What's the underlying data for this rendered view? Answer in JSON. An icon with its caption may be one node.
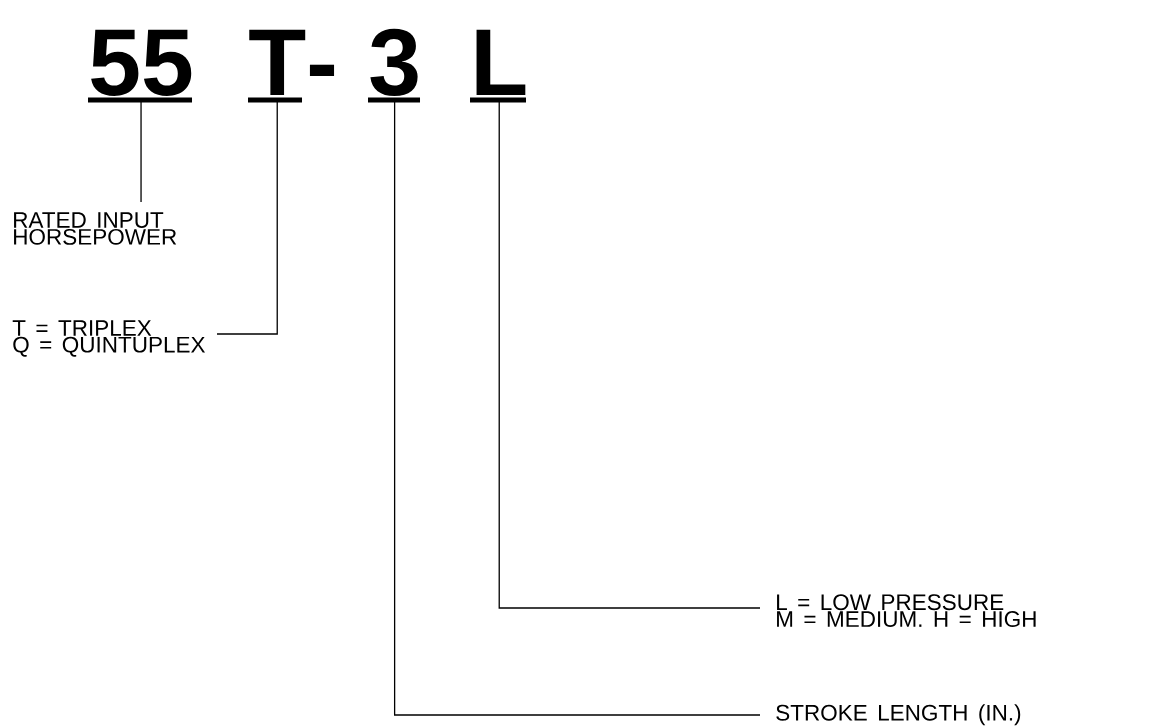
{
  "diagram": {
    "nodes": [
      {
        "text": [
          "55"
        ]
      },
      {
        "text": [
          "T"
        ]
      },
      {
        "text": [
          "3"
        ]
      },
      {
        "text": [
          "L"
        ]
      },
      {
        "text": [
          "RATED INPUT HORSEPOWER"
        ]
      },
      {
        "text": [
          "T = TRIPLEX",
          "Q = QUINTUPLEX"
        ]
      },
      {
        "text": [
          "L = LOW PRESSURE",
          "M = MEDIUM. H = HIGH"
        ]
      },
      {
        "text": [
          "STROKE LENGTH (IN.)"
        ]
      }
    ],
    "edges": [
      {
        "from": 0,
        "to": 4,
        "arrow": "none"
      },
      {
        "from": 1,
        "to": 5,
        "arrow": "none"
      },
      {
        "from": 3,
        "to": 6,
        "arrow": "none"
      },
      {
        "from": 2,
        "to": 7,
        "arrow": "none"
      }
    ],
    "labels": [
      "-"
    ]
  }
}
